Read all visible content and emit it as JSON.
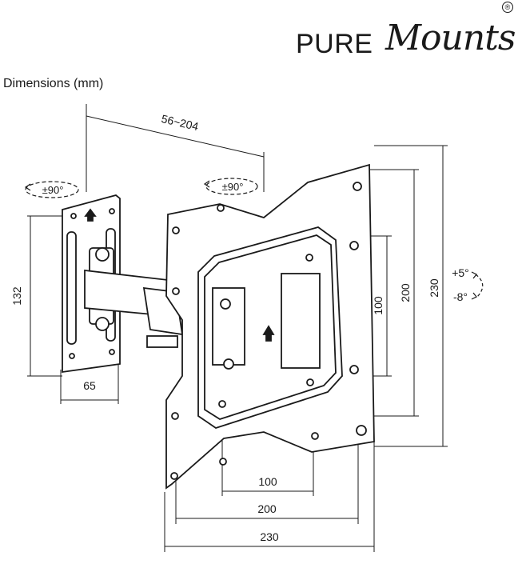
{
  "brand": {
    "name_part1": "PURE",
    "name_part2": "Mounts",
    "trademark": "®"
  },
  "title": "Dimensions (mm)",
  "dimensions": {
    "arm_extension": "56~204",
    "wall_plate_height": "132",
    "wall_plate_width": "65",
    "swivel_left": "±90°",
    "swivel_right": "±90°",
    "tilt_up": "+5°",
    "tilt_down": "-8°",
    "vesa_inner_vertical": "100",
    "vesa_mid_vertical": "200",
    "vesa_outer_vertical": "230",
    "vesa_inner_horizontal": "100",
    "vesa_mid_horizontal": "200",
    "vesa_outer_horizontal": "230"
  }
}
